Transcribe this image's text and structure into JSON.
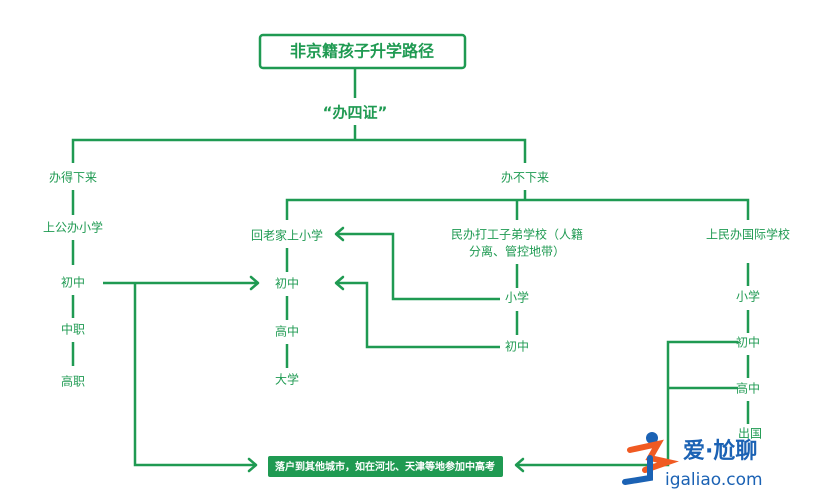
{
  "title": "非京籍孩子升学路径",
  "root": "“办四证”",
  "colors": {
    "accent": "#1f9a52",
    "box_fill": "#1f9a52",
    "box_text": "#ffffff"
  },
  "branches": {
    "yes": {
      "label": "办得下来",
      "path": [
        "上公办小学",
        "初中",
        "中职",
        "高职"
      ]
    },
    "no": {
      "label": "办不下来",
      "home": {
        "path": [
          "回老家上小学",
          "初中",
          "高中",
          "大学"
        ]
      },
      "migrant": {
        "label_line1": "民办打工子弟学校（人籍",
        "label_line2": "分离、管控地带）",
        "path": [
          "小学",
          "初中"
        ]
      },
      "intl": {
        "label": "上民办国际学校",
        "path": [
          "小学",
          "初中",
          "高中",
          "出国"
        ]
      }
    }
  },
  "outcome": "落户到其他城市，如在河北、天津等地参加中高考",
  "logo": {
    "name": "爱·尬聊",
    "url": "igaliao.com"
  }
}
